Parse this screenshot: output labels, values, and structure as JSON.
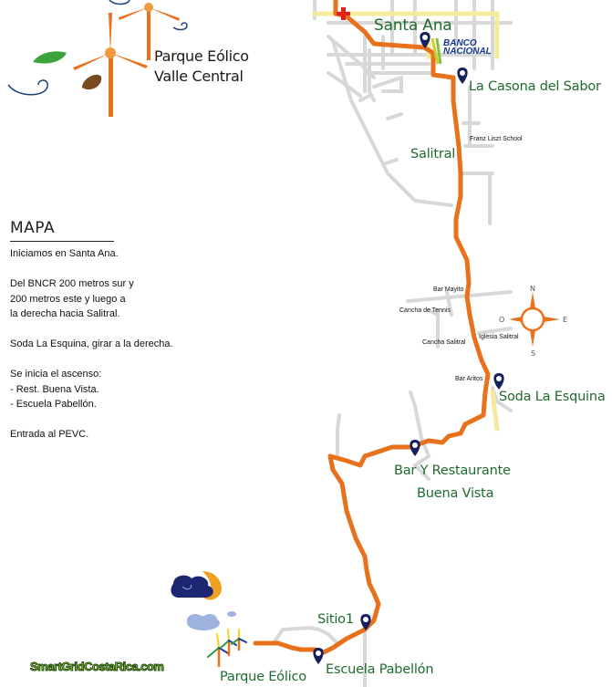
{
  "logo": {
    "line1": "Parque Eólico",
    "line2": "Valle Central"
  },
  "directions": {
    "heading": "MAPA",
    "paragraphs": [
      [
        "Iniciamos en Santa Ana."
      ],
      [
        "Del BNCR 200 metros sur y",
        "200 metros este y luego a",
        "la derecha hacia Salitral."
      ],
      [
        "Soda La Esquina, girar a la derecha."
      ],
      [
        "Se inicia el ascenso:",
        "- Rest. Buena Vista.",
        "- Escuela Pabellón."
      ],
      [
        "Entrada al PEVC."
      ]
    ]
  },
  "map": {
    "route_color": "#e8711c",
    "road_color": "#d6d6d6",
    "main_road_color": "#f3e88a",
    "marker_color": "#14215e",
    "label_color": "#1e6b2e",
    "places": {
      "santa_ana": "Santa Ana",
      "casona": "La Casona del Sabor",
      "salitral": "Salitral",
      "soda": "Soda La Esquina",
      "bar_rest_1": "Bar Y Restaurante",
      "bar_rest_2": "Buena Vista",
      "sitio1": "Sitio1",
      "escuela": "Escuela Pabellón",
      "parque": "Parque Eólico"
    },
    "bank": {
      "line1": "BANCO",
      "line2": "NACIONAL"
    },
    "pois": {
      "franz": "Franz Liszt School",
      "bar_mayito": "Bar Mayito",
      "cancha_tennis": "Cancha de Tennis",
      "iglesia": "Iglesia Salitral",
      "cancha_salitral": "Cancha Salitral",
      "bar_aritos": "Bar Aritos"
    },
    "compass": {
      "n": "N",
      "s": "S",
      "e": "E",
      "w": "O"
    }
  },
  "footer": {
    "brand": "SmartGridCostaRica.com"
  }
}
